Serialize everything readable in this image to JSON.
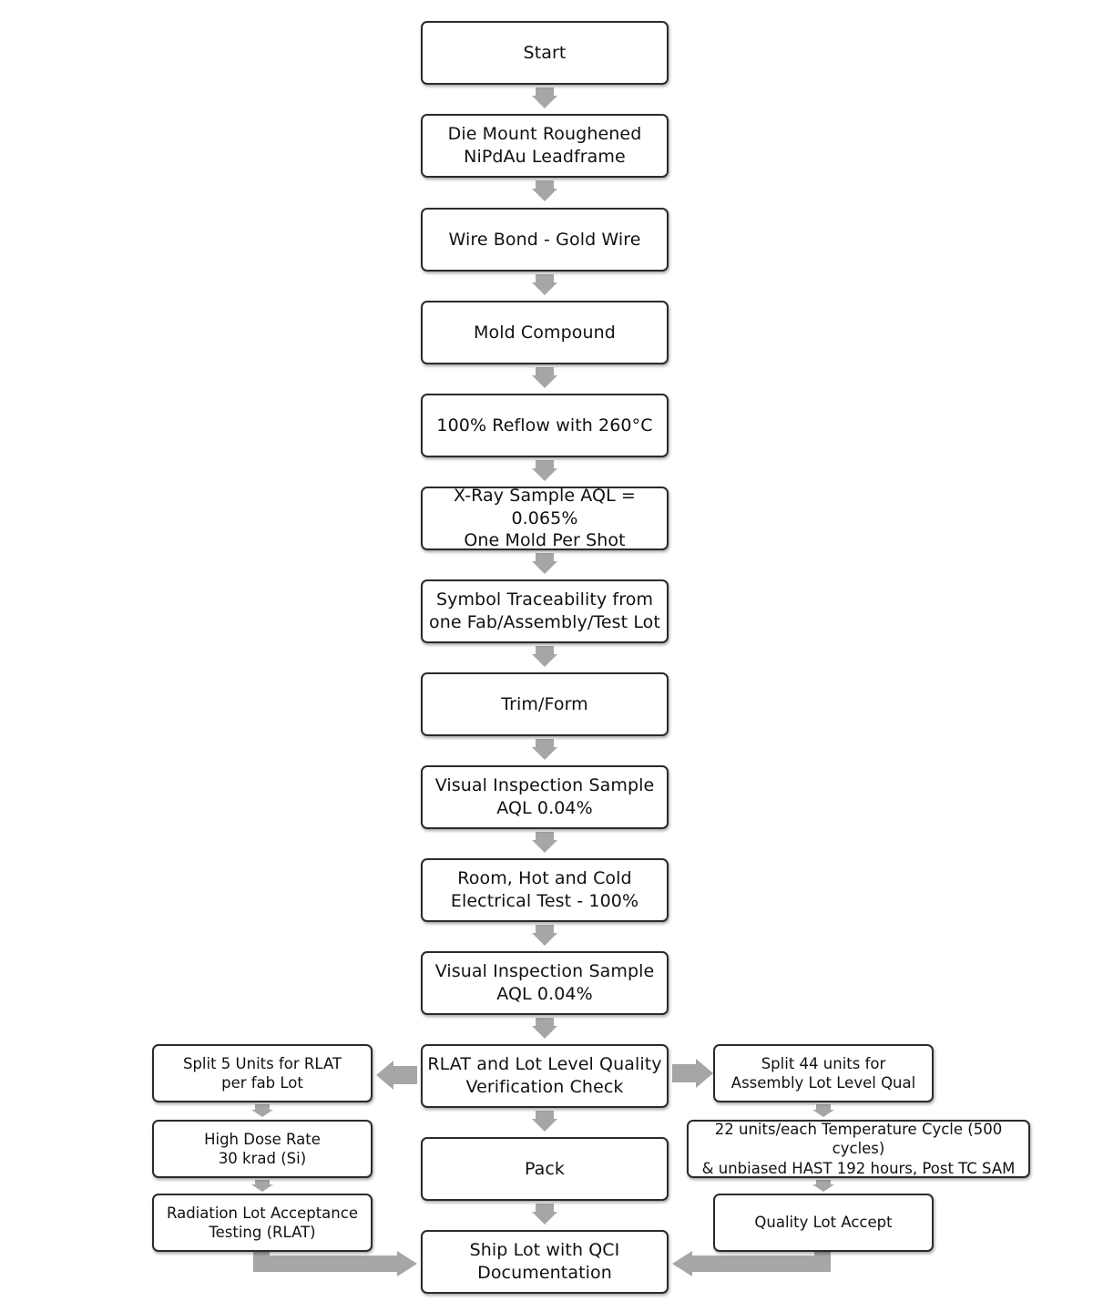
{
  "steps": {
    "start": "Start",
    "die_mount": "Die Mount Roughened\nNiPdAu Leadframe",
    "wire_bond": "Wire Bond - Gold Wire",
    "mold": "Mold Compound",
    "reflow": "100% Reflow with 260°C",
    "xray": "X-Ray Sample AQL = 0.065%\nOne Mold Per Shot",
    "symbol": "Symbol Traceability from\none Fab/Assembly/Test Lot",
    "trim": "Trim/Form",
    "visual1": "Visual Inspection Sample\nAQL 0.04%",
    "electrical": "Room, Hot and Cold\nElectrical Test - 100%",
    "visual2": "Visual Inspection Sample\nAQL 0.04%",
    "rlat_check": "RLAT and Lot Level Quality\nVerification Check",
    "pack": "Pack",
    "ship": "Ship Lot with QCI\nDocumentation"
  },
  "left_branch": {
    "split": "Split 5 Units for RLAT\nper fab Lot",
    "dose": "High Dose Rate\n30 krad (Si)",
    "rlat": "Radiation Lot Acceptance\nTesting (RLAT)"
  },
  "right_branch": {
    "split": "Split 44 units for\nAssembly Lot Level Qual",
    "temp": "22 units/each Temperature Cycle (500 cycles)\n& unbiased HAST 192 hours, Post TC SAM",
    "accept": "Quality Lot Accept"
  },
  "colors": {
    "arrow": "#a6a6a6",
    "border": "#2b2b2b"
  }
}
